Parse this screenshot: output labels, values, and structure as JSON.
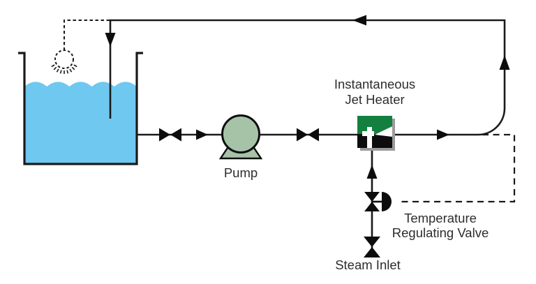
{
  "diagram": {
    "labels": {
      "heater_line1": "Instantaneous",
      "heater_line2": "Jet Heater",
      "pump": "Pump",
      "valve_line1": "Temperature",
      "valve_line2": "Regulating Valve",
      "steam_inlet": "Steam Inlet"
    },
    "colors": {
      "water": "#6FC8F0",
      "pump_body": "#A6C3A8",
      "heater_green": "#13803F",
      "pipe": "#1A1A1A",
      "symbol": "#0D0D0D",
      "text": "#2D2D2D",
      "shadow": "#9B9B9B",
      "background": "#FFFFFF"
    },
    "icons": {
      "tank": "open-top-rectangular-tank",
      "spray_nozzle": "dashed-circle-with-spray-rays",
      "isolation_valve": "bowtie-valve",
      "flow_arrow": "solid-triangle",
      "pump": "circle-with-trapezoid-base",
      "jet_heater": "green-black-square-with-white-cross-and-jet-cone",
      "regulating_valve_actuator": "half-dome",
      "control_line": "dashed-polyline"
    }
  }
}
